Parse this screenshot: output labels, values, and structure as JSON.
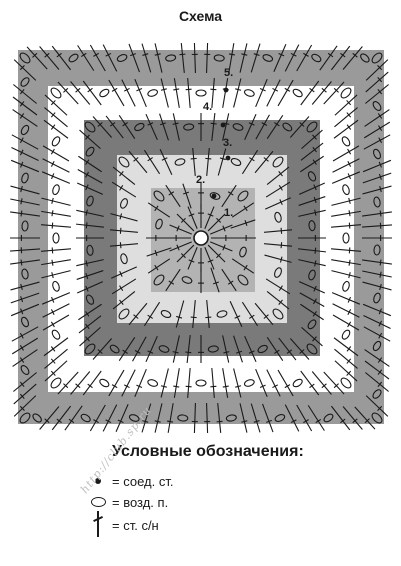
{
  "title": "Схема",
  "rounds": [
    {
      "label": "1."
    },
    {
      "label": "2."
    },
    {
      "label": "3."
    },
    {
      "label": "4."
    },
    {
      "label": "5."
    }
  ],
  "legend": {
    "title": "Условные обозначения:",
    "items": [
      {
        "symbol": "slip-stitch-dot",
        "text": "= соед. ст."
      },
      {
        "symbol": "chain-oval",
        "text": "= возд. п."
      },
      {
        "symbol": "double-crochet",
        "text": "= ст. с/н"
      }
    ]
  },
  "watermark": "http://club.sp.ru",
  "colors": {
    "round_1": "#b3b3b3",
    "round_2": "#dedede",
    "round_3": "#7a7a7a",
    "round_4": "#ffffff",
    "round_5": "#9a9a9a",
    "ink": "#1a1a1a"
  }
}
